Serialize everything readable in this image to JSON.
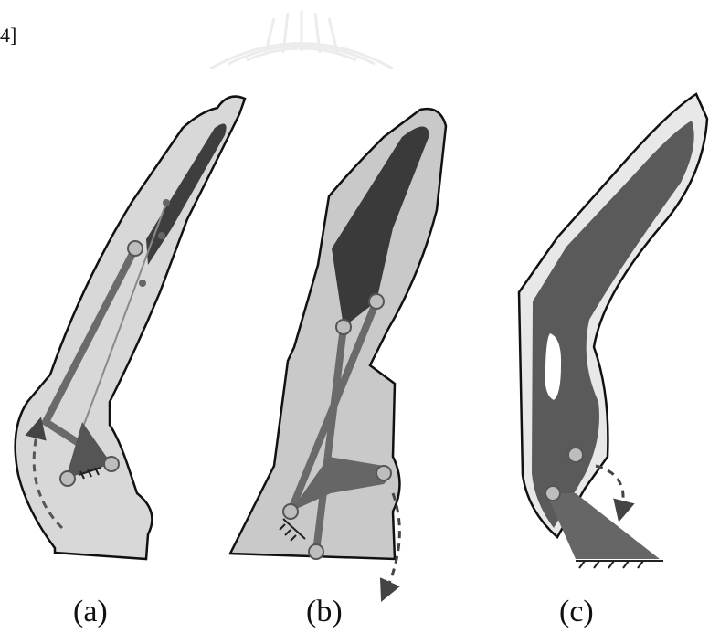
{
  "figure": {
    "reference_tag": "4]",
    "panels": [
      {
        "id": "a",
        "label": "(a)"
      },
      {
        "id": "b",
        "label": "(b)"
      },
      {
        "id": "c",
        "label": "(c)"
      }
    ]
  },
  "colors": {
    "outline": "#111111",
    "light_body": "#c9c9c9",
    "lighter_body": "#d8d8d8",
    "dark_link": "#3e3e3e",
    "mid_link": "#6a6a6a",
    "joint_fill": "#bdbdbd",
    "joint_center": "#8a8a8a",
    "c_body": "#5a5a5a",
    "c_edge": "#e8e8e8"
  }
}
